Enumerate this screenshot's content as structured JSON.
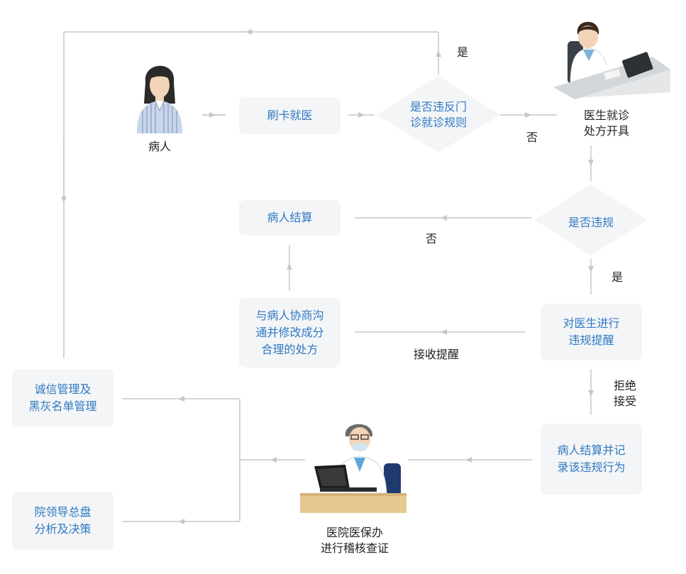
{
  "colors": {
    "box_fill": "#f4f5f7",
    "box_text": "#2e79c2",
    "line": "#c4c8cc",
    "label": "#222222"
  },
  "patient": {
    "label": "病人",
    "icon": "patient-icon"
  },
  "doctor": {
    "label_l1": "医生就诊",
    "label_l2": "处方开具",
    "icon": "doctor-at-desk-icon"
  },
  "insurance_office": {
    "label_l1": "医院医保办",
    "label_l2": "进行稽核查证",
    "icon": "auditor-at-laptop-icon"
  },
  "nodes": {
    "swipe_card": "刷卡就医",
    "check_rules": {
      "l1": "是否违反门",
      "l2": "诊就诊规则"
    },
    "check_violation": "是否违规",
    "settlement": "病人结算",
    "negotiate": {
      "l1": "与病人协商沟",
      "l2": "通并修改成分",
      "l3": "合理的处方"
    },
    "remind": {
      "l1": "对医生进行",
      "l2": "违规提醒"
    },
    "record": {
      "l1": "病人结算并记",
      "l2": "录该违规行为"
    },
    "integrity": {
      "l1": "诚信管理及",
      "l2": "黑灰名单管理"
    },
    "leadership": {
      "l1": "院领导总盘",
      "l2": "分析及决策"
    }
  },
  "edge_labels": {
    "yes_top": "是",
    "no_right": "否",
    "no_left": "否",
    "yes_down": "是",
    "accept_remind": "接收提醒",
    "refuse": "拒绝",
    "accept": "接受"
  }
}
